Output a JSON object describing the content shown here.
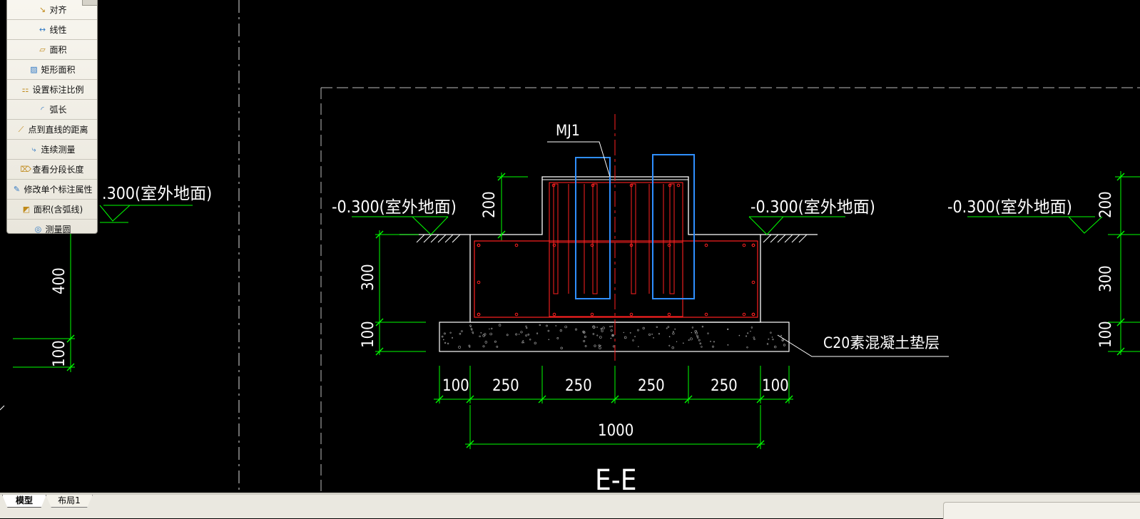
{
  "tool_panel": {
    "items": [
      {
        "label": "对齐",
        "icon": "align-dimension-icon",
        "glyph": "↘"
      },
      {
        "label": "线性",
        "icon": "linear-dimension-icon",
        "glyph": "↔"
      },
      {
        "label": "面积",
        "icon": "area-icon",
        "glyph": "▱"
      },
      {
        "label": "矩形面积",
        "icon": "rect-area-icon",
        "glyph": "▨"
      },
      {
        "label": "设置标注比例",
        "icon": "dim-scale-icon",
        "glyph": "⚏"
      },
      {
        "label": "弧长",
        "icon": "arc-length-icon",
        "glyph": "◜"
      },
      {
        "label": "点到直线的距离",
        "icon": "point-line-distance-icon",
        "glyph": "⟋"
      },
      {
        "label": "连续测量",
        "icon": "continuous-measure-icon",
        "glyph": "⤷"
      },
      {
        "label": "查看分段长度",
        "icon": "segment-length-icon",
        "glyph": "⌦"
      },
      {
        "label": "修改单个标注属性",
        "icon": "edit-dim-icon",
        "glyph": "✎"
      },
      {
        "label": "面积(含弧线)",
        "icon": "arc-area-icon",
        "glyph": "◩"
      },
      {
        "label": "测量圆",
        "icon": "measure-circle-icon",
        "glyph": "◎"
      }
    ]
  },
  "drawing": {
    "level_left": ".300(室外地面)",
    "level_mid_left": "-0.300(室外地面)",
    "level_mid_right": "-0.300(室外地面)",
    "level_right": "-0.300(室外地面)",
    "embed_label": "MJ1",
    "pad_label": "C20素混凝土垫层",
    "section_title": "E-E",
    "dim_total": "1000",
    "dims_horizontal": [
      "100",
      "250",
      "250",
      "250",
      "250",
      "100"
    ],
    "dims_vertical": {
      "pedestal": "200",
      "footing": "300",
      "pad": "100"
    },
    "dims_left_panel": [
      "400",
      "100"
    ],
    "dims_right_panel": [
      "200",
      "300",
      "100"
    ]
  },
  "tabs": {
    "model": "模型",
    "layout1": "布局1"
  },
  "colors": {
    "background": "#000000",
    "dimension": "#00ff00",
    "rebar": "#ff0000",
    "embed_plate": "#3399ff",
    "outline": "#ffffff"
  }
}
